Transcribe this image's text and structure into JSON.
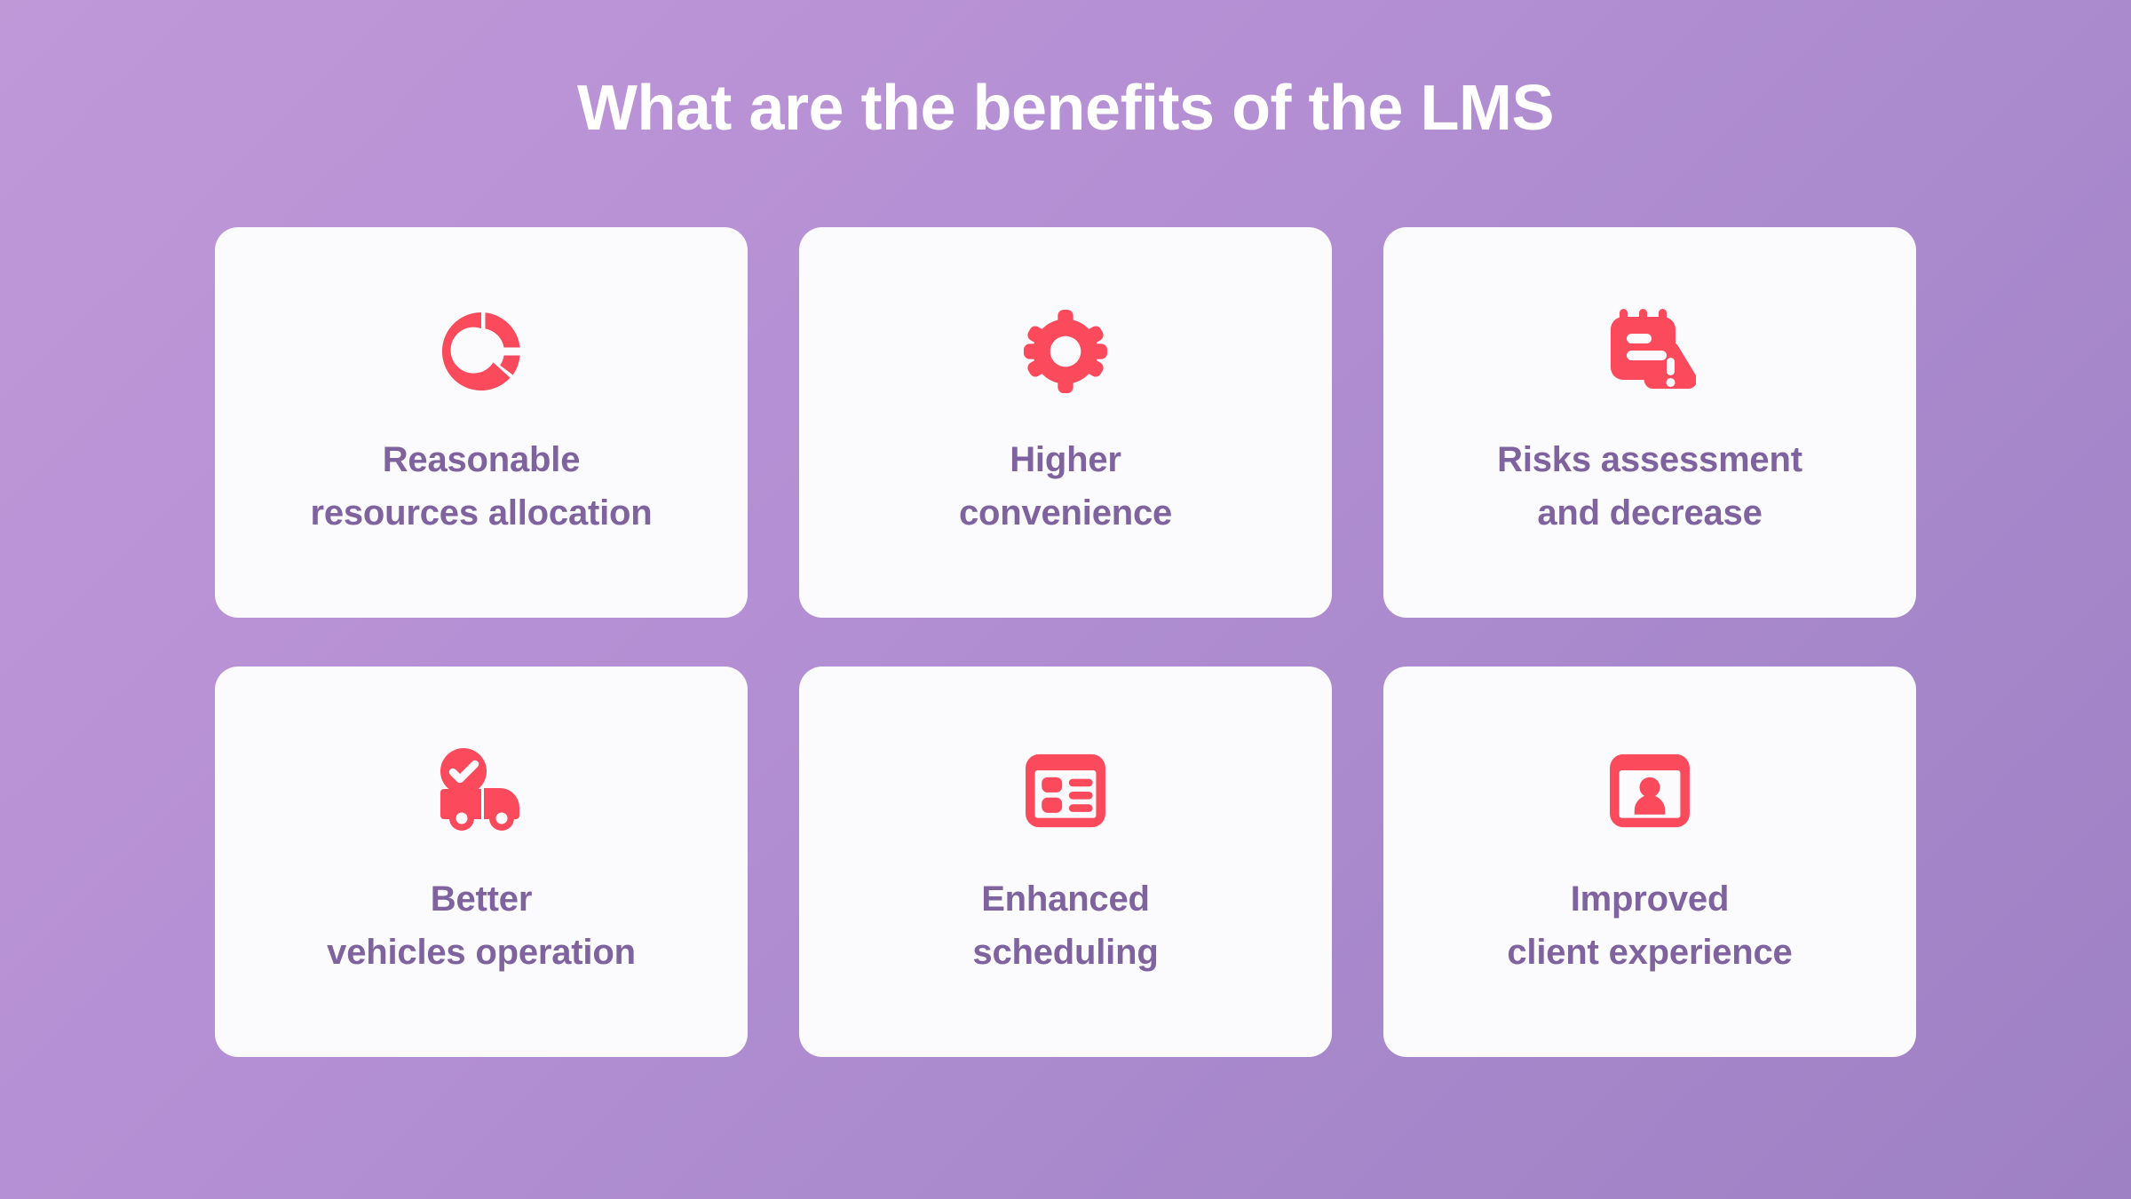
{
  "header": {
    "title": "What are the benefits of the LMS"
  },
  "theme": {
    "background_start": "#bf98d8",
    "background_end": "#9e80c4",
    "card_background": "#fbfafc",
    "accent": "#fa4a5c",
    "title_color": "#ffffff",
    "label_color": "#7e639f"
  },
  "cards": [
    {
      "icon": "donut-chart-icon",
      "label": "Reasonable\nresources allocation"
    },
    {
      "icon": "gear-icon",
      "label": "Higher\nconvenience"
    },
    {
      "icon": "risk-notepad-warning-icon",
      "label": "Risks assessment\nand decrease"
    },
    {
      "icon": "delivery-truck-check-icon",
      "label": "Better\nvehicles operation"
    },
    {
      "icon": "schedule-list-icon",
      "label": "Enhanced\nscheduling"
    },
    {
      "icon": "id-card-person-icon",
      "label": "Improved\nclient experience"
    }
  ]
}
